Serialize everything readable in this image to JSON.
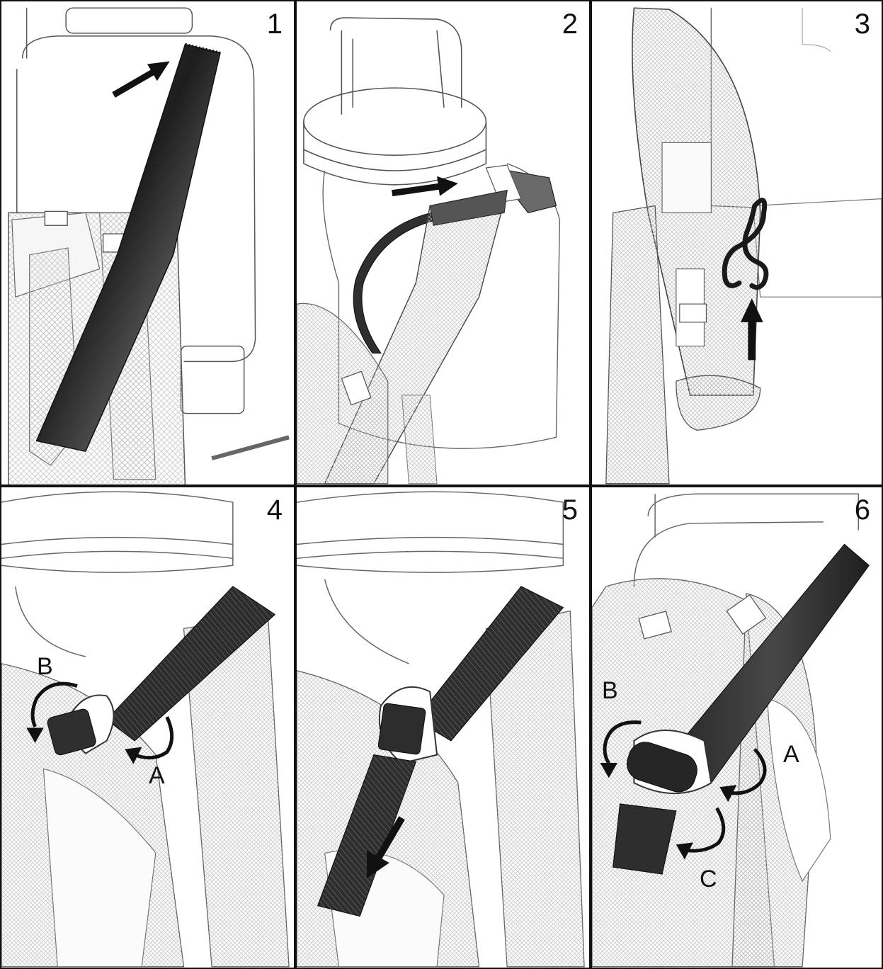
{
  "panels": [
    {
      "step": "1",
      "description_hidden": ""
    },
    {
      "step": "2"
    },
    {
      "step": "3"
    },
    {
      "step": "4",
      "callouts": [
        "B",
        "A"
      ]
    },
    {
      "step": "5"
    },
    {
      "step": "6",
      "callouts": [
        "B",
        "A",
        "C"
      ]
    }
  ],
  "colors": {
    "line": "#2a2a2a",
    "strap_dark": "#2b2b2b",
    "strap_mid": "#555555",
    "mesh": "#bdbdbd",
    "arrow": "#111111",
    "border": "#111111"
  },
  "icons": {
    "arrow": "straight-arrow-icon",
    "curved_arrow": "curved-arrow-icon",
    "hook": "s-hook-icon"
  }
}
